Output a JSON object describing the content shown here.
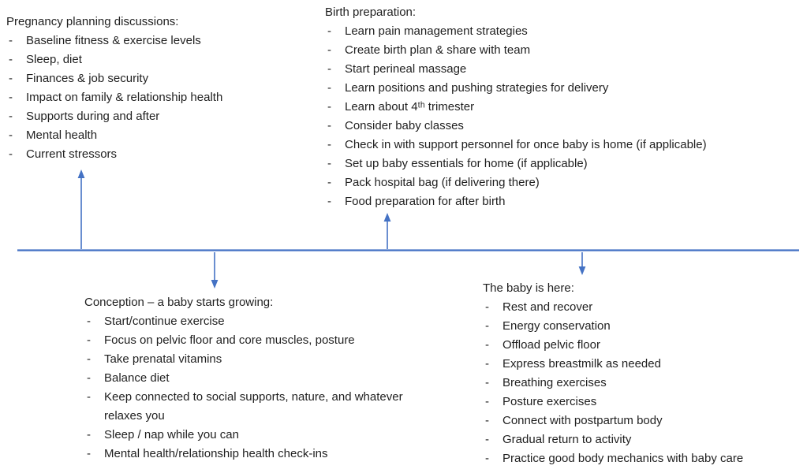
{
  "colors": {
    "accent": "#4472C4",
    "text": "#1f1f1f",
    "background": "#ffffff"
  },
  "bullet_char": "-",
  "sections": [
    {
      "id": "pregnancy-planning",
      "title": "Pregnancy planning discussions:",
      "items": [
        "Baseline fitness & exercise levels",
        "Sleep, diet",
        "Finances & job security",
        "Impact on family & relationship health",
        "Supports during and after",
        "Mental health",
        "Current stressors"
      ]
    },
    {
      "id": "birth-preparation",
      "title": "Birth preparation:",
      "items": [
        "Learn pain management strategies",
        "Create birth plan & share with team",
        "Start perineal massage",
        "Learn positions and pushing strategies for delivery",
        "Learn about 4ᵗʰ trimester",
        "Consider baby classes",
        "Check in with support personnel for once baby is home (if applicable)",
        "Set up baby essentials for home (if applicable)",
        "Pack hospital bag (if delivering there)",
        "Food preparation for after birth"
      ]
    },
    {
      "id": "conception",
      "title": "Conception – a baby starts growing:",
      "items": [
        "Start/continue exercise",
        "Focus on pelvic floor and core muscles, posture",
        "Take prenatal vitamins",
        "Balance diet",
        "Keep connected to social supports, nature, and whatever relaxes you",
        "Sleep / nap while you can",
        "Mental health/relationship health check-ins"
      ]
    },
    {
      "id": "the-baby-is-here",
      "title": "The baby is here:",
      "items": [
        "Rest and recover",
        "Energy conservation",
        "Offload pelvic floor",
        "Express breastmilk as needed",
        "Breathing exercises",
        "Posture exercises",
        "Connect with postpartum body",
        "Gradual return to activity",
        "Practice good body mechanics with baby care"
      ]
    }
  ]
}
